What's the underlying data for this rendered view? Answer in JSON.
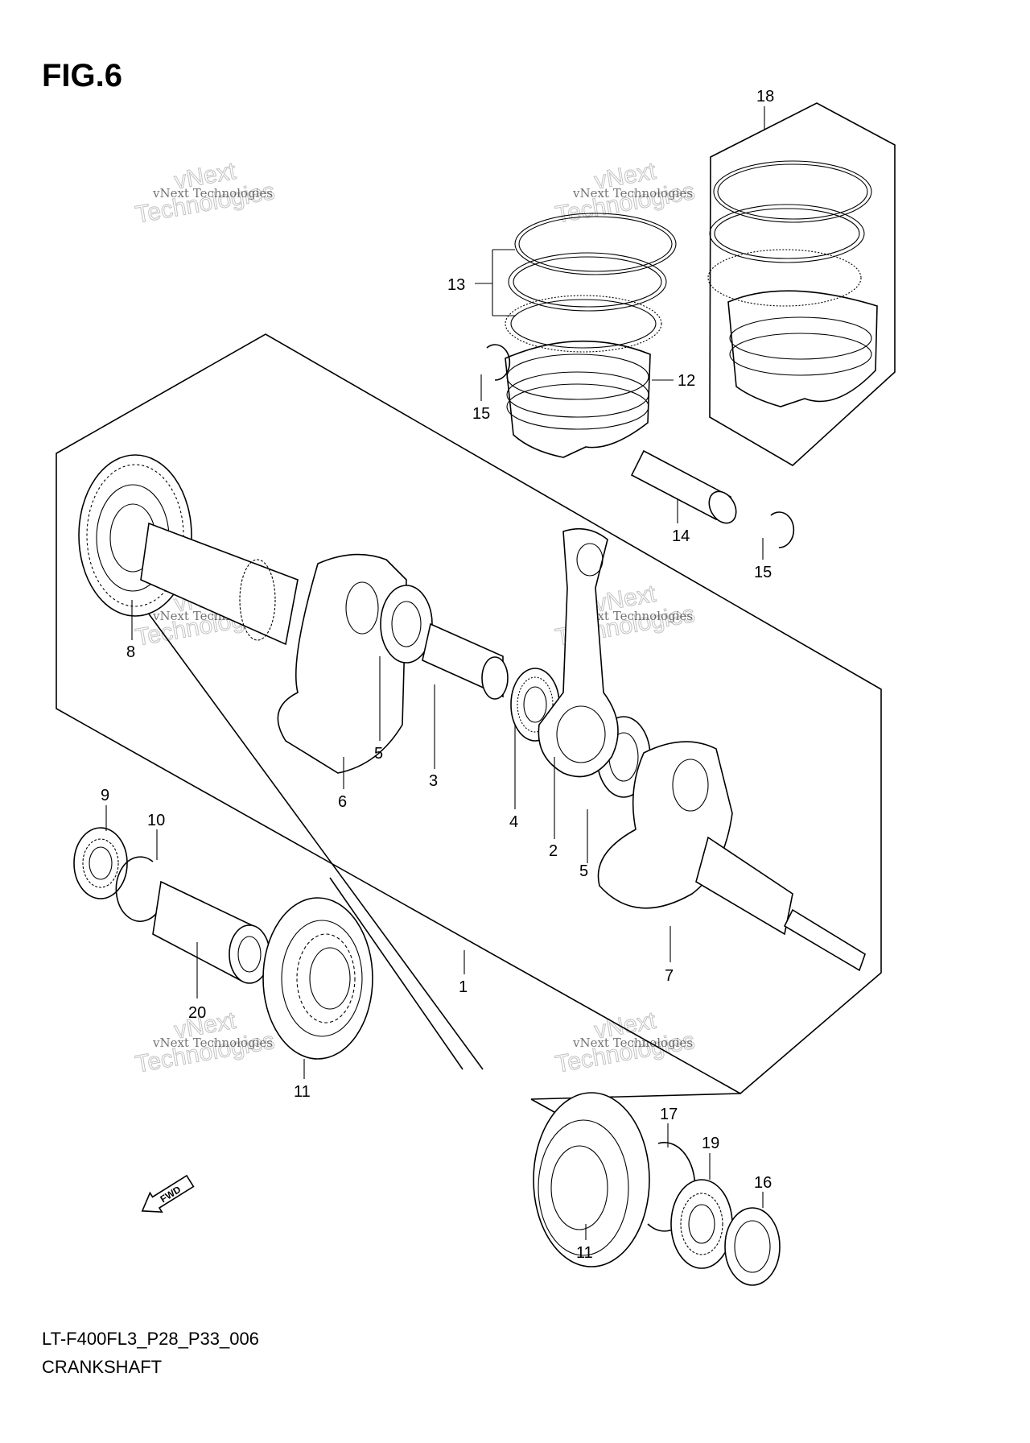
{
  "figure": {
    "title": "FIG.6"
  },
  "document": {
    "code": "LT-F400FL3_P28_P33_006",
    "name": "CRANKSHAFT"
  },
  "watermark": {
    "line1": "vNext Technologies",
    "line2": "vNext",
    "line3": "Technologies"
  },
  "fwd_label": "FWD",
  "parts": [
    {
      "num": "1"
    },
    {
      "num": "2"
    },
    {
      "num": "3"
    },
    {
      "num": "4"
    },
    {
      "num": "5"
    },
    {
      "num": "5"
    },
    {
      "num": "6"
    },
    {
      "num": "7"
    },
    {
      "num": "8"
    },
    {
      "num": "9"
    },
    {
      "num": "10"
    },
    {
      "num": "11"
    },
    {
      "num": "11"
    },
    {
      "num": "12"
    },
    {
      "num": "13"
    },
    {
      "num": "14"
    },
    {
      "num": "15"
    },
    {
      "num": "15"
    },
    {
      "num": "16"
    },
    {
      "num": "17"
    },
    {
      "num": "18"
    },
    {
      "num": "19"
    },
    {
      "num": "20"
    }
  ]
}
